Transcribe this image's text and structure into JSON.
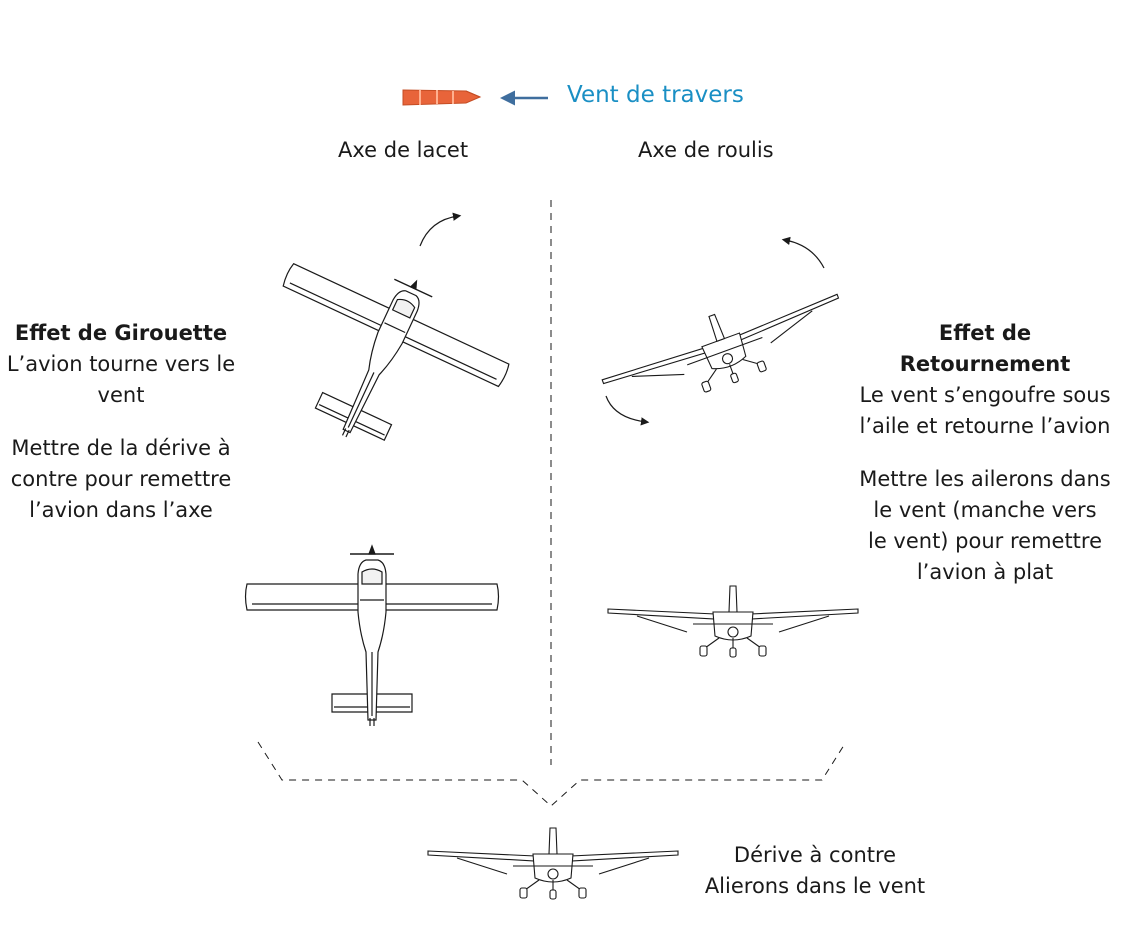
{
  "wind": {
    "label": "Vent de travers",
    "sock_color": "#e8643a"
  },
  "axes": {
    "yaw": "Axe de lacet",
    "roll": "Axe de roulis"
  },
  "left_block": {
    "title": "Effet de Girouette",
    "lines": [
      "L’avion tourne vers le",
      "vent"
    ],
    "action": [
      "Mettre de la dérive à",
      "contre pour remettre",
      "l’avion dans l’axe"
    ]
  },
  "right_block": {
    "title": "Effet de Retournement",
    "lines": [
      "Le vent s’engoufre sous",
      "l’aile et retourne l’avion"
    ],
    "action": [
      "Mettre les ailerons dans",
      "le vent (manche vers",
      "le vent) pour remettre",
      "l’avion à plat"
    ]
  },
  "bottom": {
    "lines": [
      "Dérive à contre",
      "Alierons dans le vent"
    ]
  }
}
